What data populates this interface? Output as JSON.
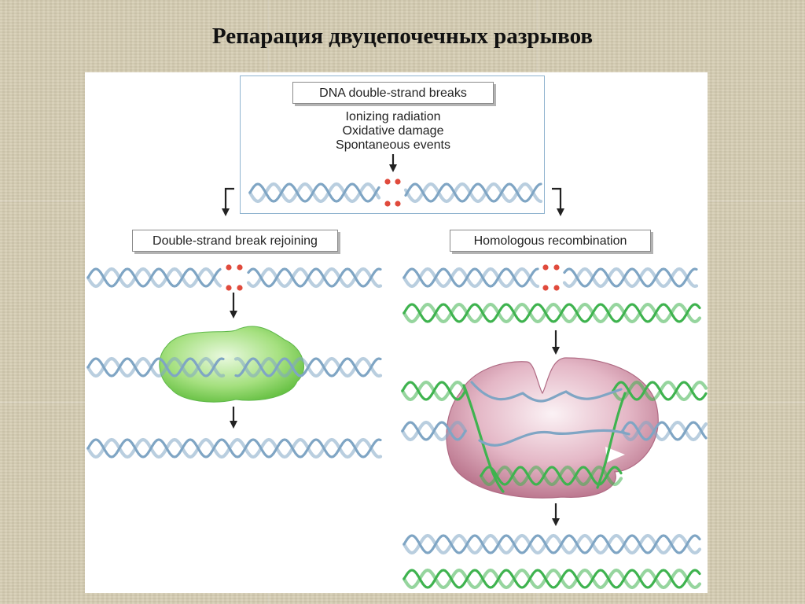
{
  "slide": {
    "title": "Репарация двуцепочечных разрывов"
  },
  "diagram": {
    "top_box": {
      "label": "DNA double-strand breaks"
    },
    "causes": [
      "Ionizing radiation",
      "Oxidative damage",
      "Spontaneous events"
    ],
    "left_branch": {
      "label": "Double-strand break rejoining"
    },
    "right_branch": {
      "label": "Homologous recombination"
    }
  },
  "colors": {
    "dna_blue": "#7fa5c4",
    "dna_green": "#3fb34f",
    "break_dots": "#e04a3c",
    "repair_protein": "#8fd46a",
    "recombinase_complex": "#c98aa0",
    "arrow": "#222222"
  }
}
